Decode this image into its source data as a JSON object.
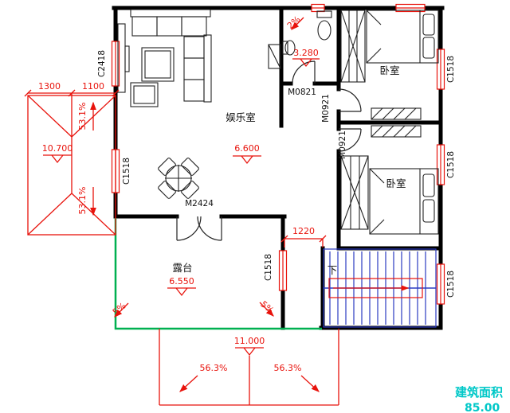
{
  "plan": {
    "rooms": {
      "entertainment": "娱乐室",
      "bedroom_top": "卧室",
      "bedroom_mid": "卧室",
      "terrace": "露台",
      "stair_down": "下"
    },
    "elevations": {
      "living": "6.600",
      "terrace": "6.550",
      "bathroom": "3.280",
      "roof_left": "10.700",
      "roof_bottom": "11.000"
    },
    "dims": {
      "a": "1300",
      "b": "1100",
      "hall": "1220"
    },
    "slopes": {
      "roof_top": "53.1%",
      "roof_bottom": "53.1%",
      "eave_left": "56.3%",
      "eave_right": "56.3%",
      "terrace_left": "5%",
      "terrace_right": "5%",
      "bath": "2%"
    },
    "doors": {
      "main": "M2424",
      "bath": "M0821",
      "bed_top": "M0921",
      "bed_mid": "M0921"
    },
    "windows": {
      "left_top": "C2418",
      "left_mid": "C1518",
      "right_top": "C1518",
      "right_mid": "C1518",
      "right_bottom": "C1518",
      "hall": "C1518"
    },
    "note": {
      "label": "建筑面积",
      "value": "85.00"
    },
    "colors": {
      "wall": "#000000",
      "dimension": "#e8130c",
      "terrace_edge": "#00b050",
      "stairs": "#2b3bc2",
      "note_text": "#00c8c8"
    }
  }
}
